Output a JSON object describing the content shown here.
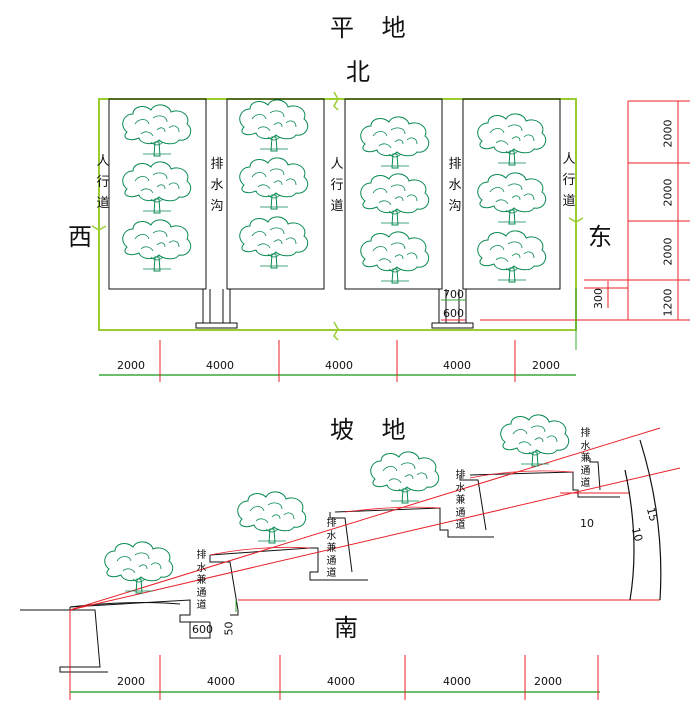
{
  "titles": {
    "plan": "平 地",
    "slope": "坡 地"
  },
  "directions": {
    "north": "北",
    "west": "西",
    "east": "东",
    "south": "南"
  },
  "strip_labels": {
    "sidewalk": "人行道",
    "drain": "排水沟",
    "drain_path": "排水兼通道"
  },
  "plan_dims": {
    "horizontal": [
      "2000",
      "4000",
      "4000",
      "4000",
      "2000"
    ],
    "vertical": [
      "2000",
      "2000",
      "2000",
      "1200"
    ],
    "small": [
      "300",
      "700",
      "600"
    ]
  },
  "slope_dims": {
    "horizontal": [
      "2000",
      "4000",
      "4000",
      "4000",
      "2000"
    ],
    "small": [
      "600",
      "50",
      "10"
    ],
    "angles": [
      "15",
      "10"
    ]
  },
  "colors": {
    "tree": "#0a8a52",
    "boundary": "#9acd32",
    "dim_red": "#e8202a",
    "dim_green": "#3aa83a",
    "line": "#111111"
  }
}
